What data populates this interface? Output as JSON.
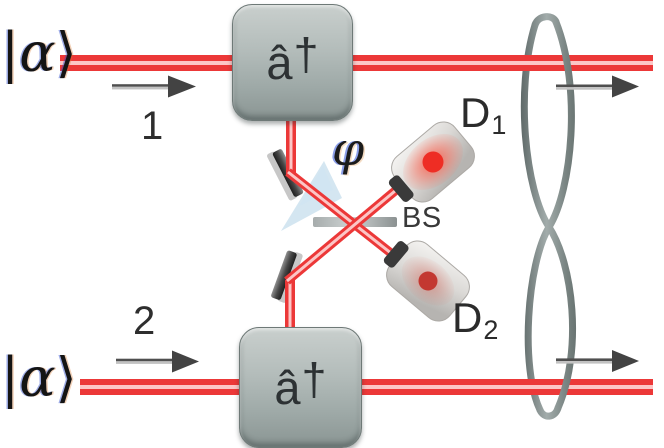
{
  "labels": {
    "ket_top": {
      "lbar": "|",
      "alpha": "α",
      "rangle": "⟩"
    },
    "ket_bottom": {
      "lbar": "|",
      "alpha": "α",
      "rangle": "⟩"
    },
    "mode_top": "1",
    "mode_bottom": "2",
    "phase": "φ",
    "beamsplitter": "BS",
    "detector_top": {
      "base": "D",
      "sub": "1"
    },
    "detector_bottom": {
      "base": "D",
      "sub": "2"
    },
    "op_top": {
      "base": "â",
      "dagger": "†"
    },
    "op_bottom": {
      "base": "â",
      "dagger": "†"
    }
  },
  "colors": {
    "beam_red": "#ec3838",
    "beam_core": "#fcc6c6",
    "ribbon_gray": "#7d8887",
    "box_gray": "#a9b3b1",
    "mirror_dark": "#3f3f3f",
    "detector_body": "#d9d7d4",
    "detector_glow": "#ff4632",
    "label_dark": "#2b2b2b",
    "background": "#ffffff"
  }
}
